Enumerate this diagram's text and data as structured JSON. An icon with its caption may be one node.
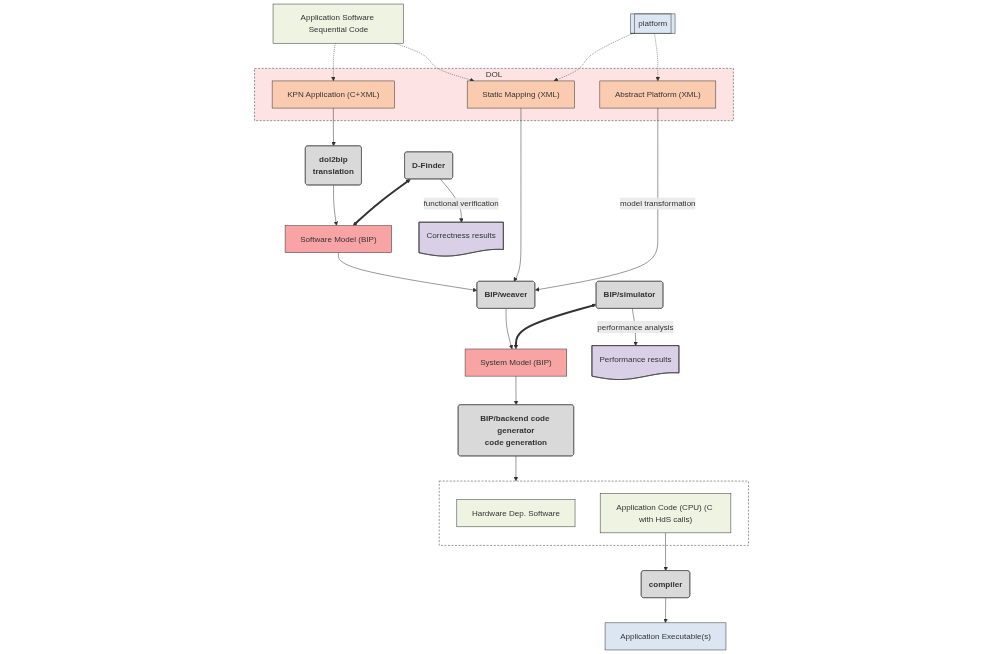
{
  "diagram": {
    "nodes": [
      {
        "text": [
          "Application Software Sequential Code"
        ]
      },
      {
        "text": [
          "platform"
        ]
      },
      {
        "text": [
          "DOL"
        ]
      },
      {
        "text": [
          "KPN Application (C+XML)"
        ],
        "in": 2
      },
      {
        "text": [
          "Static Mapping (XML)"
        ],
        "in": 2
      },
      {
        "text": [
          "Abstract Platform (XML)"
        ],
        "in": 2
      },
      {
        "text": [
          "D-Finder"
        ]
      },
      {
        "text": [
          "Software Model (BIP)"
        ]
      },
      {
        "text": [
          "dol2bip",
          "translation"
        ]
      },
      {
        "text": [
          "BIP/weaver"
        ]
      },
      {
        "text": [
          "BIP/simulator"
        ]
      },
      {
        "text": [
          "System Model (BIP)"
        ]
      },
      {
        "text": [
          "BIP/backend code generator",
          "code generation"
        ]
      },
      {
        "text": [],
        "shape": "box"
      },
      {
        "text": [
          "Hardware Dep. Software"
        ],
        "in": 13
      },
      {
        "text": [
          "Application Code (CPU) (C with HdS calls)"
        ],
        "in": 13
      },
      {
        "text": [
          "compiler"
        ]
      },
      {
        "text": [
          "Correctness results"
        ]
      },
      {
        "text": [
          "Performance results"
        ]
      },
      {
        "text": [
          "Application Executable(s)"
        ]
      }
    ],
    "edges": [
      {
        "from": 0,
        "to": 3,
        "arrow": "to",
        "style": "dashed"
      },
      {
        "from": 0,
        "to": 4,
        "arrow": "to",
        "style": "dashed"
      },
      {
        "from": 1,
        "to": 4,
        "arrow": "to",
        "style": "dashed"
      },
      {
        "from": 1,
        "to": 5,
        "arrow": "to",
        "style": "dashed"
      },
      {
        "from": 3,
        "to": 8,
        "arrow": "to"
      },
      {
        "from": 8,
        "to": 7,
        "arrow": "to"
      },
      {
        "from": 6,
        "to": 7,
        "arrow": "both",
        "style": "thick"
      },
      {
        "from": 7,
        "to": 9,
        "arrow": "to"
      },
      {
        "from": 4,
        "to": 9,
        "arrow": "to"
      },
      {
        "from": 5,
        "to": 9,
        "arrow": "to",
        "label": "model transformation"
      },
      {
        "from": 6,
        "to": 17,
        "arrow": "to",
        "label": "functional verification"
      },
      {
        "from": 9,
        "to": 11,
        "arrow": "to"
      },
      {
        "from": 10,
        "to": 11,
        "arrow": "both",
        "style": "thick"
      },
      {
        "from": 10,
        "to": 18,
        "arrow": "to",
        "label": "performance analysis"
      },
      {
        "from": 11,
        "to": 12,
        "arrow": "to"
      },
      {
        "from": 12,
        "to": 13,
        "arrow": "to"
      },
      {
        "from": 15,
        "to": 16,
        "arrow": "to"
      },
      {
        "from": 16,
        "to": 19,
        "arrow": "to"
      }
    ]
  }
}
